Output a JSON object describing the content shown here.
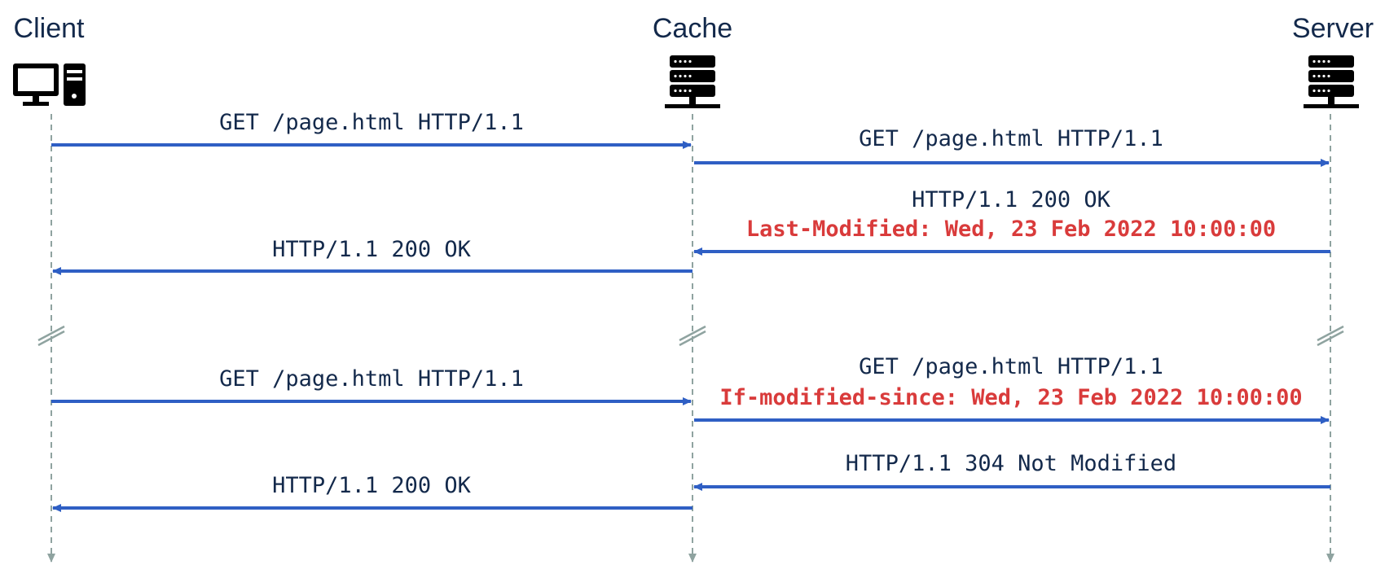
{
  "actors": {
    "client": {
      "label": "Client",
      "icon": "desktop-computer-icon"
    },
    "cache": {
      "label": "Cache",
      "icon": "server-rack-icon"
    },
    "server": {
      "label": "Server",
      "icon": "server-rack-icon"
    }
  },
  "messages": {
    "m1": {
      "from": "Client",
      "to": "Cache",
      "text": "GET /page.html HTTP/1.1"
    },
    "m2": {
      "from": "Cache",
      "to": "Server",
      "text": "GET /page.html HTTP/1.1"
    },
    "m3": {
      "from": "Server",
      "to": "Cache",
      "text": "HTTP/1.1 200 OK",
      "header": "Last-Modified: Wed, 23 Feb 2022 10:00:00"
    },
    "m4": {
      "from": "Cache",
      "to": "Client",
      "text": "HTTP/1.1 200 OK"
    },
    "m5": {
      "from": "Client",
      "to": "Cache",
      "text": "GET /page.html HTTP/1.1"
    },
    "m6": {
      "from": "Cache",
      "to": "Server",
      "text": "GET /page.html HTTP/1.1",
      "header": "If-modified-since: Wed, 23 Feb 2022 10:00:00"
    },
    "m7": {
      "from": "Server",
      "to": "Cache",
      "text": "HTTP/1.1 304 Not Modified"
    },
    "m8": {
      "from": "Cache",
      "to": "Client",
      "text": "HTTP/1.1 200 OK"
    }
  },
  "colors": {
    "label_text": "#13294b",
    "arrow": "#2f5fc4",
    "header_text": "#d93b3b",
    "lifeline": "#8fa3a0"
  }
}
